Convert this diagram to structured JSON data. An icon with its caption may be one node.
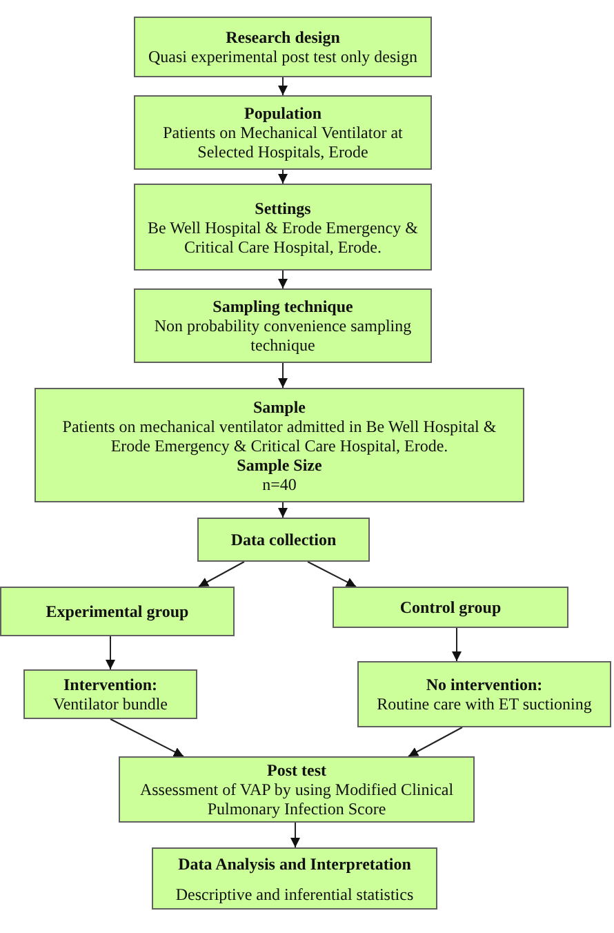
{
  "diagram": {
    "nodes": [
      {
        "text": [
          "Research design",
          "Quasi experimental post test only design"
        ]
      },
      {
        "text": [
          "Population",
          "Patients on Mechanical Ventilator at Selected Hospitals, Erode"
        ]
      },
      {
        "text": [
          "Settings",
          "Be Well Hospital & Erode Emergency & Critical Care Hospital, Erode."
        ]
      },
      {
        "text": [
          "Sampling technique",
          "Non probability convenience sampling technique"
        ]
      },
      {
        "text": [
          "Sample",
          "Patients on mechanical ventilator admitted in Be Well Hospital & Erode Emergency & Critical Care Hospital, Erode.",
          "Sample Size",
          "n=40"
        ]
      },
      {
        "text": [
          "Data collection"
        ]
      },
      {
        "text": [
          "Experimental group"
        ]
      },
      {
        "text": [
          "Control group"
        ]
      },
      {
        "text": [
          "Intervention:",
          "Ventilator bundle"
        ]
      },
      {
        "text": [
          "No intervention:",
          "Routine care with ET suctioning"
        ]
      },
      {
        "text": [
          "Post test",
          "Assessment of VAP by using Modified Clinical Pulmonary Infection Score"
        ]
      },
      {
        "text": [
          "Data Analysis and Interpretation",
          "Descriptive and inferential statistics"
        ]
      }
    ],
    "edges": [
      {
        "from": 0,
        "to": 1,
        "arrow": "to"
      },
      {
        "from": 1,
        "to": 2,
        "arrow": "to"
      },
      {
        "from": 2,
        "to": 3,
        "arrow": "to"
      },
      {
        "from": 3,
        "to": 4,
        "arrow": "to"
      },
      {
        "from": 4,
        "to": 5,
        "arrow": "to"
      },
      {
        "from": 5,
        "to": 6,
        "arrow": "to"
      },
      {
        "from": 5,
        "to": 7,
        "arrow": "to"
      },
      {
        "from": 6,
        "to": 8,
        "arrow": "to"
      },
      {
        "from": 7,
        "to": 9,
        "arrow": "to"
      },
      {
        "from": 8,
        "to": 10,
        "arrow": "to"
      },
      {
        "from": 9,
        "to": 10,
        "arrow": "to"
      },
      {
        "from": 10,
        "to": 11,
        "arrow": "to"
      }
    ]
  }
}
